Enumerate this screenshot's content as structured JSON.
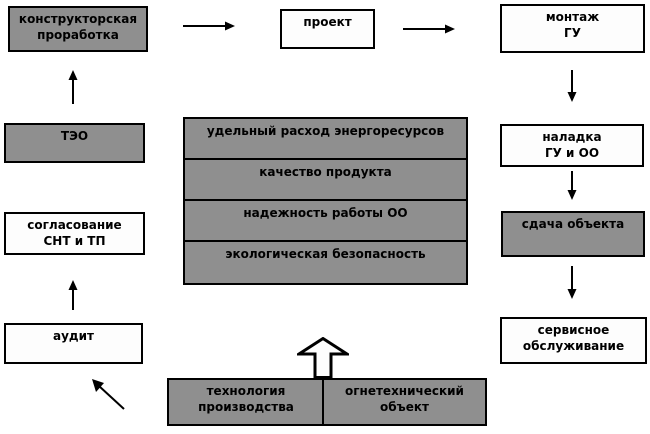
{
  "diagram": {
    "top_row": {
      "konstruktorskaya": "конструкторская\nпроработка",
      "proekt": "проект",
      "montazh": "монтаж\nГУ"
    },
    "left_column": {
      "teo": "ТЭО",
      "soglasovanie": "согласование\nСНТ и ТП",
      "audit": "аудит"
    },
    "right_column": {
      "naladka": "наладка\nГУ и ОО",
      "sdacha": "сдача объекта",
      "servisnoe": "сервисное\nобслуживание"
    },
    "center_rows": [
      "удельный расход энергоресурсов",
      "качество продукта",
      "надежность работы ОО",
      "экологическая безопасность"
    ],
    "bottom_row": {
      "tehnologiya": "технология\nпроизводства",
      "ognetehnicheskiy": "огнетехнический\nобъект"
    }
  },
  "colors": {
    "box_gray": "#8f8f8f",
    "box_white": "#fdfdfd",
    "border": "#000000",
    "background": "#ffffff"
  }
}
